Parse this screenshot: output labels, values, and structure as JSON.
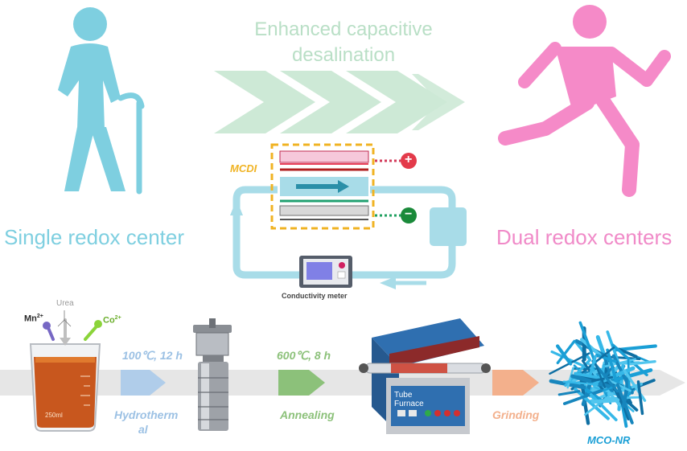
{
  "header": {
    "title_line1": "Enhanced capacitive",
    "title_line2": "desalination"
  },
  "left_label": "Single redox center",
  "right_label": "Dual redox centers",
  "device": {
    "label": "MCDI",
    "meter_label": "Conductivity  meter",
    "positive_symbol": "+",
    "negative_symbol": "−"
  },
  "beaker": {
    "reagent_center": "Urea",
    "reagent_left": "Mn",
    "reagent_left_charge": "2+",
    "reagent_right": "Co",
    "reagent_right_charge": "2+",
    "volume_label": "250ml"
  },
  "process": {
    "step1_condition": "100℃, 12 h",
    "step1_name_line1": "Hydrotherm",
    "step1_name_line2": "al",
    "step2_condition": "600℃, 8 h",
    "step2_name": "Annealing",
    "furnace_label_line1": "Tube",
    "furnace_label_line2": "Furnace",
    "step3_name": "Grinding",
    "product": "MCO-NR"
  },
  "colors": {
    "old_man": "#7ecfe0",
    "runner": "#f58ac8",
    "chevron": "#cde9d6",
    "mcdi_box": "#f0b323",
    "hydrothermal": "#9cc1e4",
    "annealing": "#8cc17a",
    "grinding": "#f3b08c",
    "product": "#1a9fd6"
  }
}
